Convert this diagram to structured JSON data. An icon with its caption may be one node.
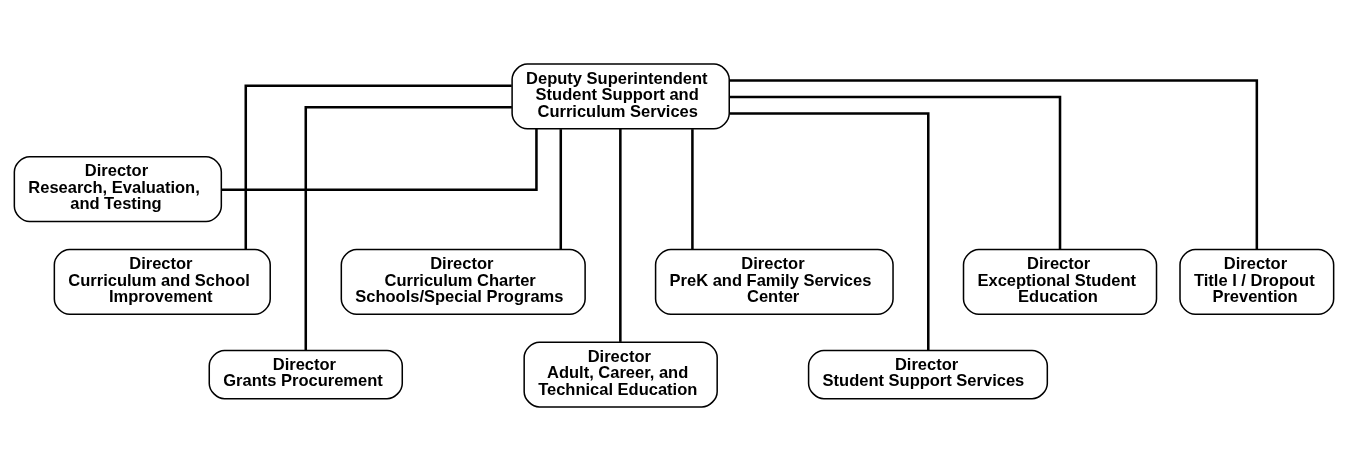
{
  "diagram": {
    "nodes": [
      {
        "text": [
          "Deputy Superintendent",
          "Student Support and Curriculum Services"
        ]
      },
      {
        "text": [
          "Director",
          "Research, Evaluation, and Testing"
        ]
      },
      {
        "text": [
          "Director",
          "Curriculum and School Improvement"
        ]
      },
      {
        "text": [
          "Director",
          "Grants Procurement"
        ]
      },
      {
        "text": [
          "Director",
          "Curriculum Charter Schools/Special Programs"
        ]
      },
      {
        "text": [
          "Director",
          "Adult, Career, and Technical Education"
        ]
      },
      {
        "text": [
          "Director",
          "PreK and Family Services Center"
        ]
      },
      {
        "text": [
          "Director",
          "Student Support Services"
        ]
      },
      {
        "text": [
          "Director",
          "Exceptional Student Education"
        ]
      },
      {
        "text": [
          "Director",
          "Title I / Dropout Prevention"
        ]
      }
    ],
    "edges": [
      {
        "from": 0,
        "to": 1,
        "arrow": "none"
      },
      {
        "from": 0,
        "to": 2,
        "arrow": "none"
      },
      {
        "from": 0,
        "to": 3,
        "arrow": "none"
      },
      {
        "from": 0,
        "to": 4,
        "arrow": "none"
      },
      {
        "from": 0,
        "to": 5,
        "arrow": "none"
      },
      {
        "from": 0,
        "to": 6,
        "arrow": "none"
      },
      {
        "from": 0,
        "to": 7,
        "arrow": "none"
      },
      {
        "from": 0,
        "to": 8,
        "arrow": "none"
      },
      {
        "from": 0,
        "to": 9,
        "arrow": "none"
      }
    ]
  }
}
